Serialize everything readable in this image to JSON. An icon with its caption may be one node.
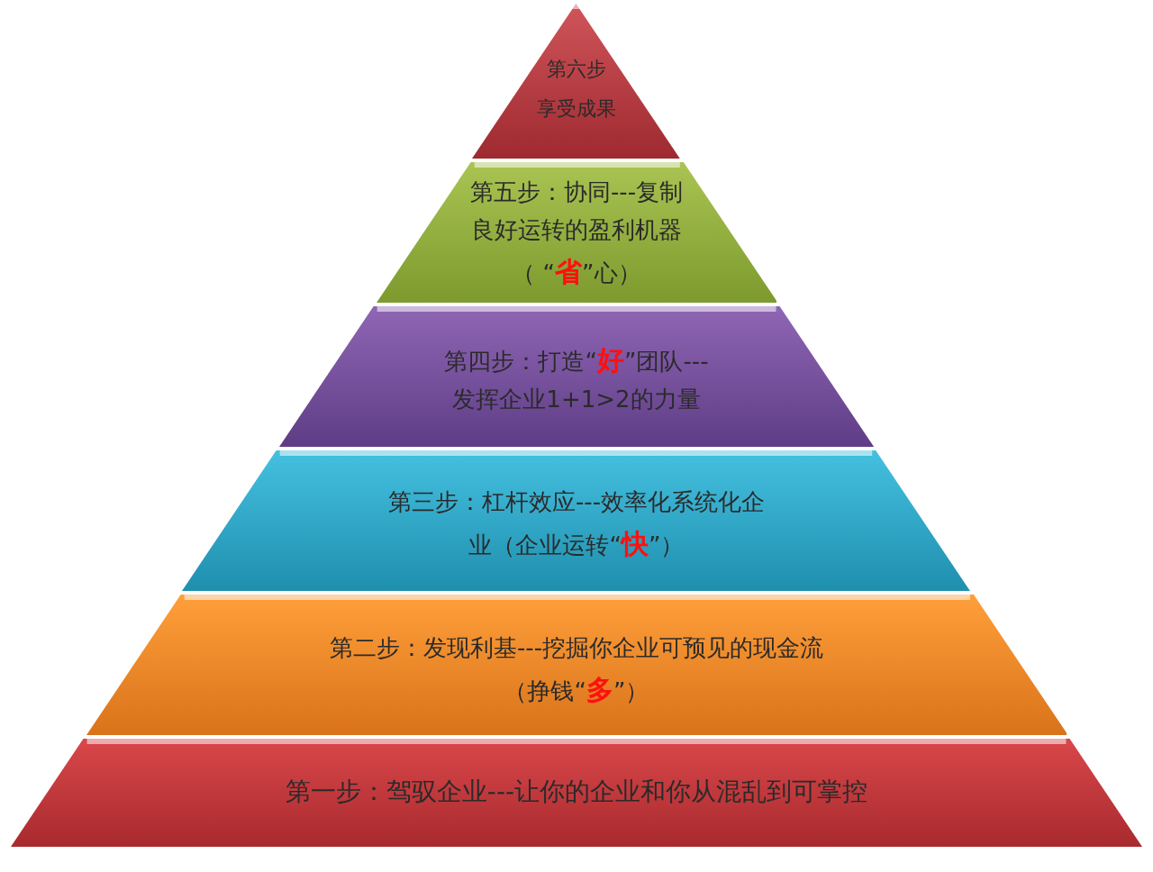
{
  "diagram": {
    "nodes": [
      {
        "text": [
          "第六步",
          "享受成果"
        ]
      },
      {
        "text": [
          "第五步：协同---复制",
          "良好运转的盈利机器",
          "（ “**省**”心）"
        ]
      },
      {
        "text": [
          "第四步：打造“**好**”团队---",
          "发挥企业1+1>2的力量"
        ]
      },
      {
        "text": [
          "第三步：杠杆效应---效率化系统化企",
          "业（企业运转“**快**”）"
        ]
      },
      {
        "text": [
          "第二步：发现利基---挖掘你企业可预见的现金流",
          "（挣钱“**多**”）"
        ]
      },
      {
        "text": [
          "第一步：驾驭企业---让你的企业和你从混乱到可掌控"
        ]
      }
    ]
  }
}
